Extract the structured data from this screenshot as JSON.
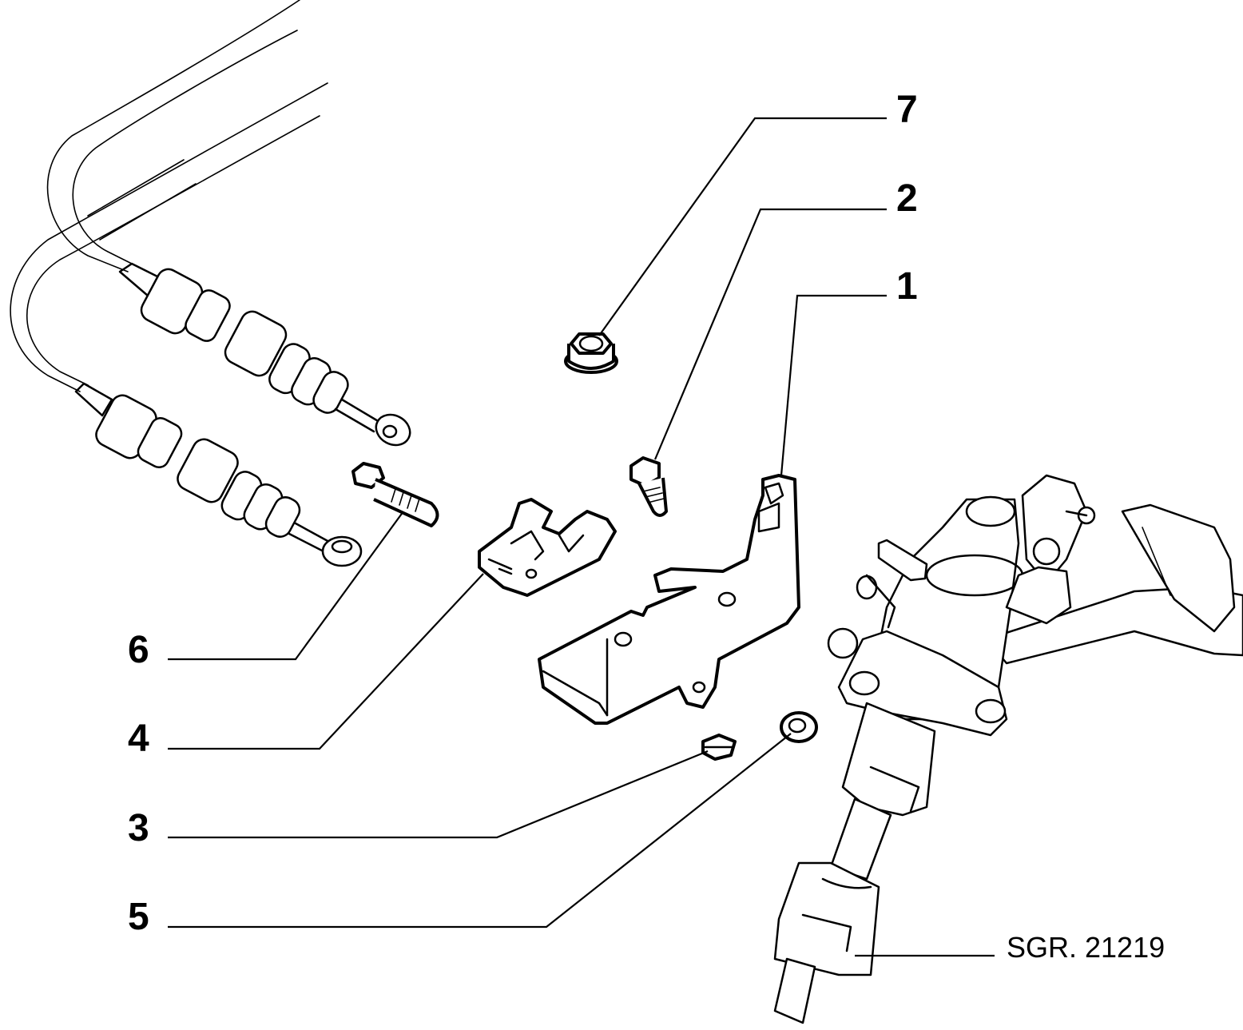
{
  "diagram": {
    "reference_code": "SGR. 21219",
    "callouts": [
      {
        "id": "7",
        "label": "7"
      },
      {
        "id": "2",
        "label": "2"
      },
      {
        "id": "1",
        "label": "1"
      },
      {
        "id": "6",
        "label": "6"
      },
      {
        "id": "4",
        "label": "4"
      },
      {
        "id": "3",
        "label": "3"
      },
      {
        "id": "5",
        "label": "5"
      }
    ]
  }
}
